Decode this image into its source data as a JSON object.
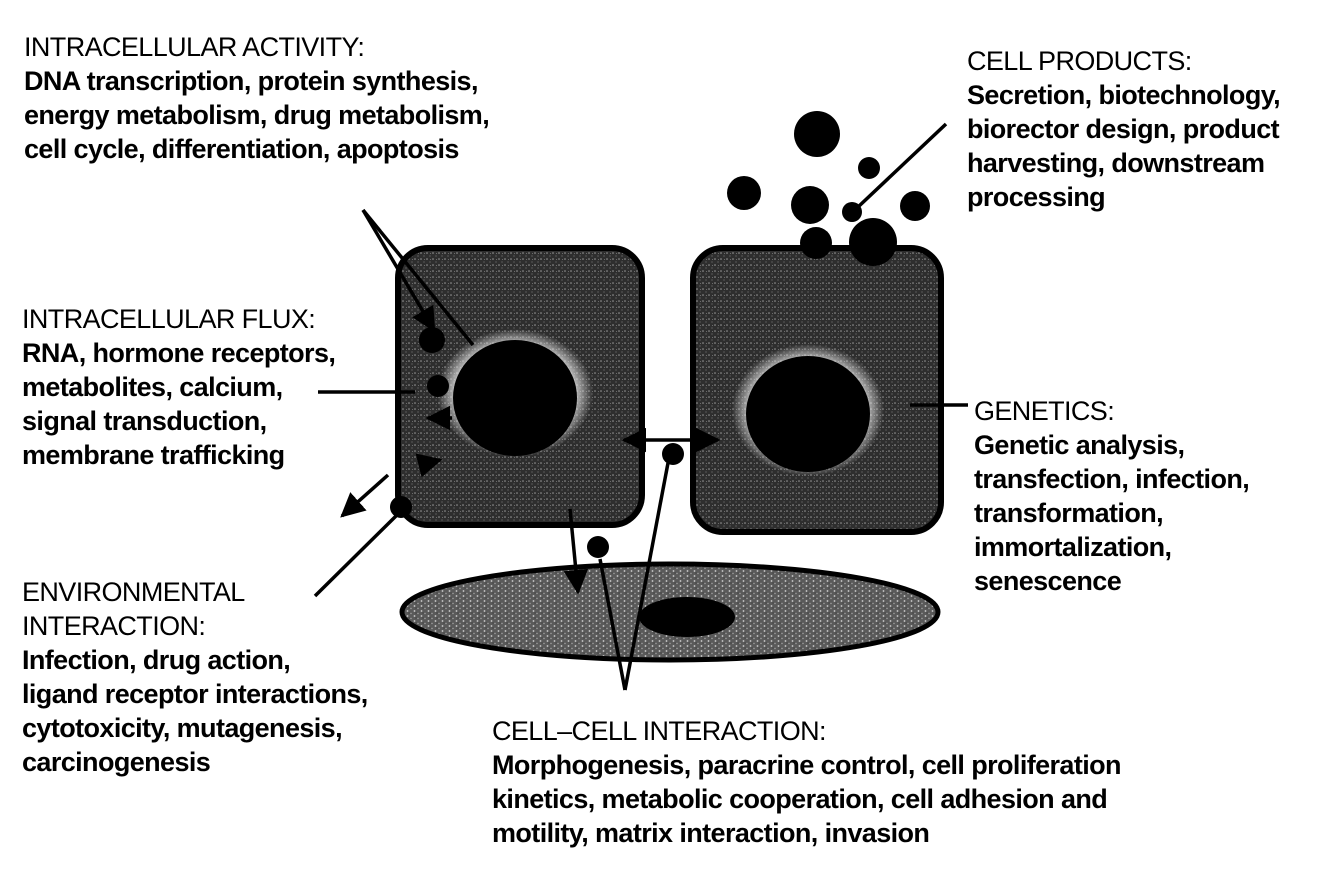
{
  "colors": {
    "ink": "#000000",
    "cell_fill": "#333333",
    "nucleus": "#000000",
    "background": "#ffffff"
  },
  "labels": {
    "activity": {
      "heading": "INTRACELLULAR ACTIVITY:",
      "lines": [
        "DNA transcription, protein synthesis,",
        "energy metabolism, drug metabolism,",
        "cell cycle, differentiation, apoptosis"
      ]
    },
    "products": {
      "heading": "CELL PRODUCTS:",
      "lines": [
        "Secretion, biotechnology,",
        "biorector design, product",
        "harvesting, downstream",
        "processing"
      ]
    },
    "flux": {
      "heading": "INTRACELLULAR FLUX:",
      "lines": [
        "RNA, hormone receptors,",
        "metabolites, calcium,",
        "signal transduction,",
        "membrane trafficking"
      ]
    },
    "genetics": {
      "heading": "GENETICS:",
      "lines": [
        "Genetic analysis,",
        "transfection, infection,",
        "transformation,",
        "immortalization,",
        "senescence"
      ]
    },
    "environment": {
      "heading_lines": [
        "ENVIRONMENTAL",
        "INTERACTION:"
      ],
      "lines": [
        "Infection, drug action,",
        "ligand receptor interactions,",
        "cytotoxicity, mutagenesis,",
        "carcinogenesis"
      ]
    },
    "cellcell": {
      "heading": "CELL–CELL INTERACTION:",
      "lines": [
        "Morphogenesis, paracrine control, cell proliferation",
        "kinetics, metabolic cooperation, cell adhesion and",
        "motility, matrix interaction, invasion"
      ]
    }
  }
}
